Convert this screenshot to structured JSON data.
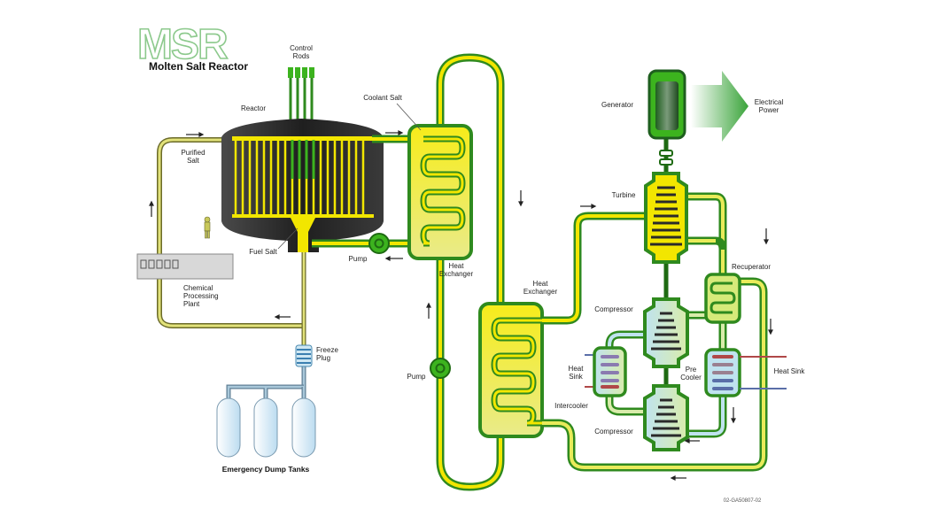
{
  "title": {
    "acronym": "MSR",
    "subtitle": "Molten Salt Reactor"
  },
  "labels": {
    "control_rods": [
      "Control",
      "Rods"
    ],
    "reactor": "Reactor",
    "coolant_salt": "Coolant Salt",
    "purified_salt": [
      "Purified",
      "Salt"
    ],
    "fuel_salt": "Fuel Salt",
    "pump_primary": "Pump",
    "heat_exchanger_1": [
      "Heat",
      "Exchanger"
    ],
    "chemical_plant": [
      "Chemical",
      "Processing",
      "Plant"
    ],
    "freeze_plug": [
      "Freeze",
      "Plug"
    ],
    "dump_tanks": "Emergency Dump Tanks",
    "pump_secondary": "Pump",
    "heat_exchanger_2": [
      "Heat",
      "Exchanger"
    ],
    "generator": "Generator",
    "electrical_power": [
      "Electrical",
      "Power"
    ],
    "turbine": "Turbine",
    "recuperator": "Recuperator",
    "compressor_top": "Compressor",
    "compressor_bottom": "Compressor",
    "heat_sink_left": [
      "Heat",
      "Sink"
    ],
    "intercooler": "Intercooler",
    "pre_cooler": [
      "Pre",
      "Cooler"
    ],
    "heat_sink_right": "Heat Sink",
    "figure_code": "02-GA50807-02"
  },
  "colors": {
    "salt_yellow": "#f2e600",
    "pipe_green": "#2f8a1e",
    "bright_green": "#3cb31e",
    "reactor_dark": "#2b2b2b",
    "purified_pipe": "#c9c94a",
    "coolant_blue": "#bfe3ef",
    "hot_red": "#b04848",
    "cold_blue": "#5a6fa8"
  }
}
